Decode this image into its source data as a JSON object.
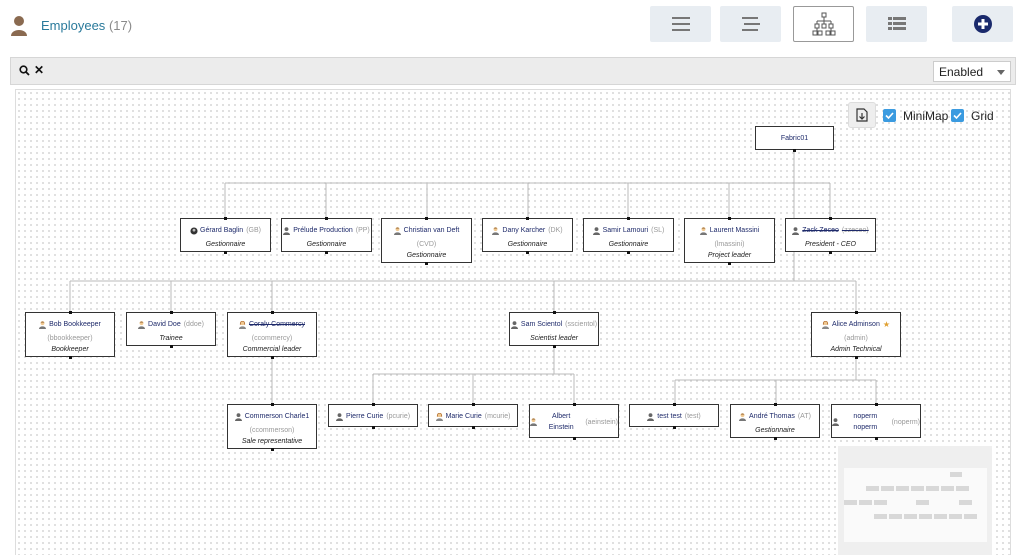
{
  "header": {
    "title": "Employees",
    "count": "(17)",
    "view_buttons": [
      "list-view-icon",
      "indent-view-icon",
      "org-chart-icon",
      "table-view-icon"
    ],
    "add_button": "add-icon"
  },
  "toolbar": {
    "status_select": "Enabled",
    "search_icon": "search-icon",
    "close_icon": "close-icon"
  },
  "controls": {
    "minimap_label": "MiniMap",
    "grid_label": "Grid",
    "download_icon": "download-icon"
  },
  "org": {
    "root": {
      "name": "Fabric01"
    },
    "level1": [
      {
        "name": "Gérard Baglin",
        "login": "(GB)",
        "role": "Gestionnaire",
        "avatar": "photo"
      },
      {
        "name": "Prélude Production",
        "login": "(PP)",
        "role": "Gestionnaire",
        "avatar": "dark"
      },
      {
        "name": "Christian van Deft",
        "login": "(CVD)",
        "role": "Gestionnaire",
        "avatar": "male"
      },
      {
        "name": "Dany Karcher",
        "login": "(DK)",
        "role": "Gestionnaire",
        "avatar": "male"
      },
      {
        "name": "Samir Lamouri",
        "login": "(SL)",
        "role": "Gestionnaire",
        "avatar": "dark"
      },
      {
        "name": "Laurent Massini",
        "login": "(lmassini)",
        "role": "Project leader",
        "avatar": "male"
      },
      {
        "name": "Zack Zeceo",
        "login": "(zzeceo)",
        "role": "President - CEO",
        "avatar": "dark",
        "strike": true
      }
    ],
    "level2": [
      {
        "name": "Bob Bookkeeper",
        "login": "(bbookkeeper)",
        "role": "Bookkeeper",
        "avatar": "male"
      },
      {
        "name": "David Doe",
        "login": "(ddoe)",
        "role": "Trainee",
        "avatar": "male"
      },
      {
        "name": "Coraly Commercy",
        "login": "(ccommercy)",
        "role": "Commercial leader",
        "avatar": "female",
        "strike": true
      },
      {
        "name": "Sam Scientol",
        "login": "(sscientol)",
        "role": "Scientist leader",
        "avatar": "dark"
      },
      {
        "name": "Alice Adminson",
        "login": "(admin)",
        "role": "Admin Technical",
        "avatar": "female",
        "star": true
      }
    ],
    "level3": [
      {
        "name": "Commerson Charle1",
        "login": "(ccommerson)",
        "role": "Sale representative",
        "avatar": "dark"
      },
      {
        "name": "Pierre Curie",
        "login": "(pcurie)",
        "role": "",
        "avatar": "dark"
      },
      {
        "name": "Marie Curie",
        "login": "(mcurie)",
        "role": "",
        "avatar": "female"
      },
      {
        "name": "Albert Einstein",
        "login": "(aeinstein)",
        "role": "",
        "avatar": "male"
      },
      {
        "name": "test test",
        "login": "(test)",
        "role": "",
        "avatar": "dark"
      },
      {
        "name": "André Thomas",
        "login": "(AT)",
        "role": "Gestionnaire",
        "avatar": "male"
      },
      {
        "name": "noperm noperm",
        "login": "(noperm)",
        "role": "",
        "avatar": "dark"
      }
    ]
  }
}
